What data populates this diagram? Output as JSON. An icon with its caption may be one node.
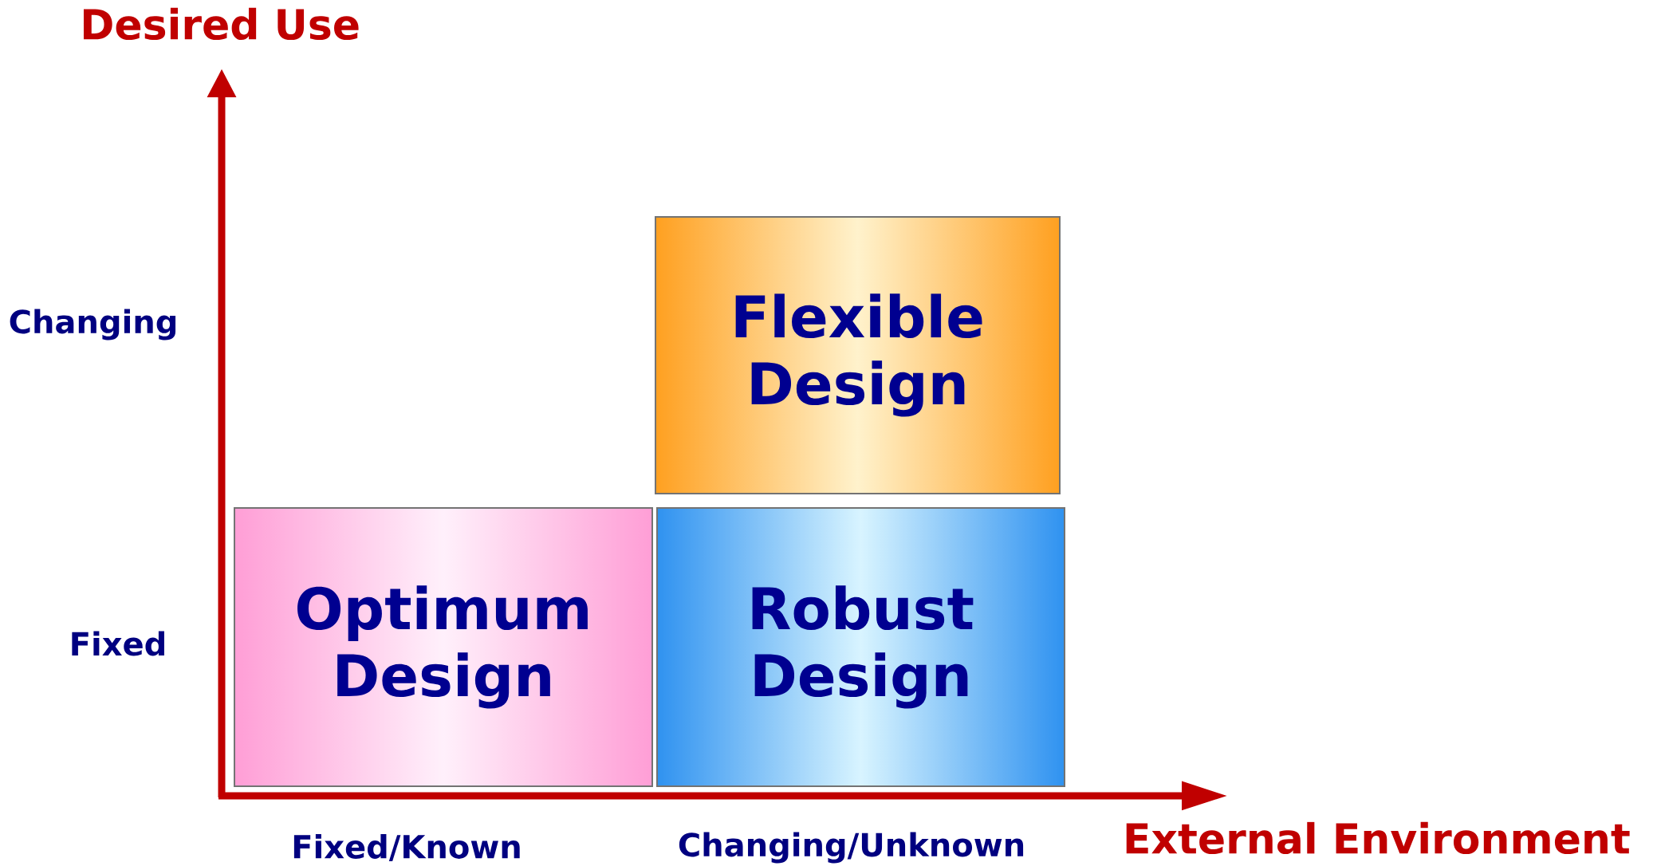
{
  "diagram": {
    "nodes": [
      {
        "text": [
          "Flexible Design"
        ]
      },
      {
        "text": [
          "Optimum Design"
        ]
      },
      {
        "text": [
          "Robust Design"
        ]
      }
    ],
    "labels": [
      "Desired Use",
      "Changing",
      "Fixed",
      "Fixed/Known",
      "Changing/Unknown",
      "External Environment"
    ]
  }
}
